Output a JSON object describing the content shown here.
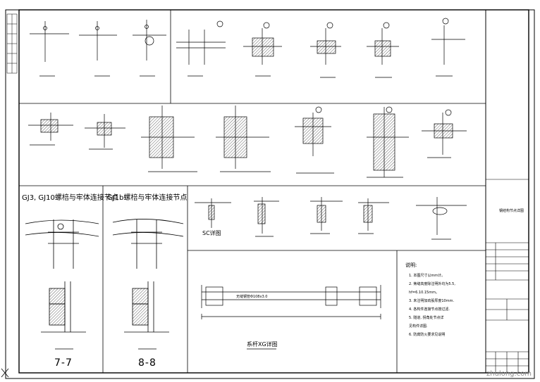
{
  "sections": {
    "left_top": {
      "title": "GJ3, GJ10螺棓与牢体连接节点",
      "cut": "7-7"
    },
    "left_mid": {
      "title": "GJ1b螺棓与牢体连接节点",
      "cut": "8-8"
    }
  },
  "details": {
    "xg_beam": {
      "title": "系杆XG详图",
      "middle_label": "无缝钢管Φ108x3.0"
    },
    "sc_label": "SC详图"
  },
  "notes": {
    "heading": "说明:",
    "items": [
      "1. 本图尺寸以mm计。",
      "2. 焦缝高度除注明外均为5.5,",
      "   hf=6.10.15mm。",
      "3. 未注明加劲股厚度10mm.",
      "4. 各构件连接节点按过滤.",
      "",
      "5. 隧道, 拐角处节点详",
      "   见构件详图.",
      "6. 防腐防火要求见说明"
    ]
  },
  "title_block": {
    "drawing_name": "钢结构节点详图",
    "watermark": "zhulong.com"
  }
}
